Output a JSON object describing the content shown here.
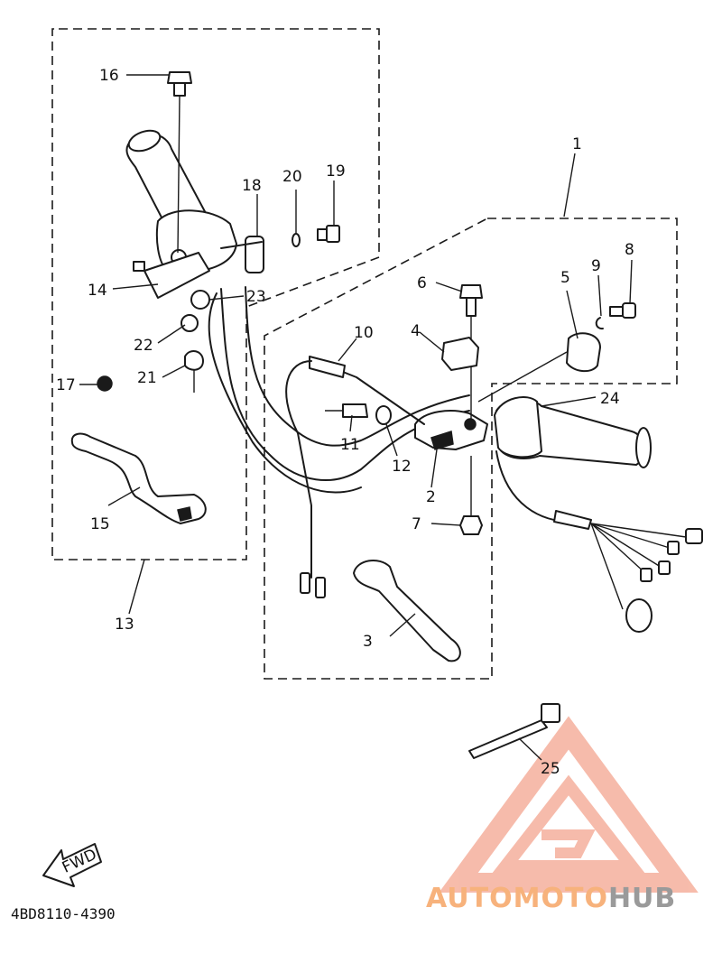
{
  "diagram": {
    "part_code": "4BD8110-4390",
    "direction_label": "FWD",
    "callouts": [
      "1",
      "2",
      "3",
      "4",
      "5",
      "6",
      "7",
      "8",
      "9",
      "10",
      "11",
      "12",
      "13",
      "14",
      "15",
      "16",
      "17",
      "18",
      "19",
      "20",
      "21",
      "22",
      "23",
      "24",
      "25"
    ]
  },
  "watermark": {
    "brand_part1": "AUTOMOTO",
    "brand_part2": "HUB",
    "color_primary": "#f4a58f",
    "color_secondary": "#9a9a9a"
  }
}
